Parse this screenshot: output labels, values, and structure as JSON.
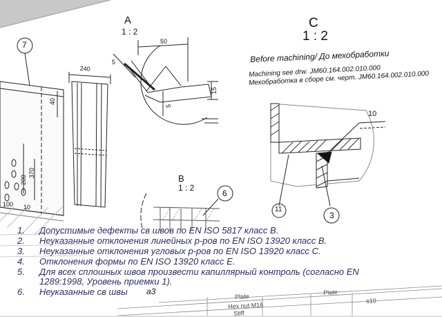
{
  "view_c": {
    "letter": "C",
    "scale": "1 : 2",
    "heading": "Before machining/ До мехобработки",
    "line1": "Machining see drw. JM60.164.002.010.000",
    "line2": "Мехобработка в сборе см. черт. JM60.164.002.010.000",
    "weld_symbol": "10",
    "callout_11": "11",
    "callout_3": "3"
  },
  "view_a": {
    "letter": "A",
    "scale": "1 : 2",
    "dim_50": "50",
    "dim_5_top": "5",
    "dim_5_bottom": "5",
    "dim_15": "15"
  },
  "view_b": {
    "letter": "B",
    "scale": "1 : 2",
    "callout_6": "6"
  },
  "left_view": {
    "callout_7": "7",
    "dim_240": "240",
    "dim_40": "40",
    "dim_200": "200",
    "dim_370": "370",
    "dim_100": "100",
    "dim_10": "10"
  },
  "notes": [
    {
      "num": "1.",
      "text": "Допустимые дефекты св швов по EN ISO 5817 класс B."
    },
    {
      "num": "2.",
      "text": "Неуказанные отклонения линейных р-ров по EN ISO 13920 класс B."
    },
    {
      "num": "3.",
      "text": "Неуказанные отклонения угловых р-ров по EN ISO 13920 класс C."
    },
    {
      "num": "4.",
      "text": "Отклонения формы по EN ISO 13920 класс E."
    },
    {
      "num": "5.",
      "text": "Для всех сплошных швов произвести капиллярный контроль (согласно EN"
    },
    {
      "num": "",
      "text": "1289:1998, Уровень приемки 1)."
    },
    {
      "num": "6.",
      "text": "Неуказанные св швы"
    }
  ],
  "weld_a3": "a3",
  "table": {
    "plate": "Plate",
    "plate2": "Plate",
    "hex_nut": "Hex nut M16",
    "stiffener": "Stiff",
    "s10": "s10"
  }
}
